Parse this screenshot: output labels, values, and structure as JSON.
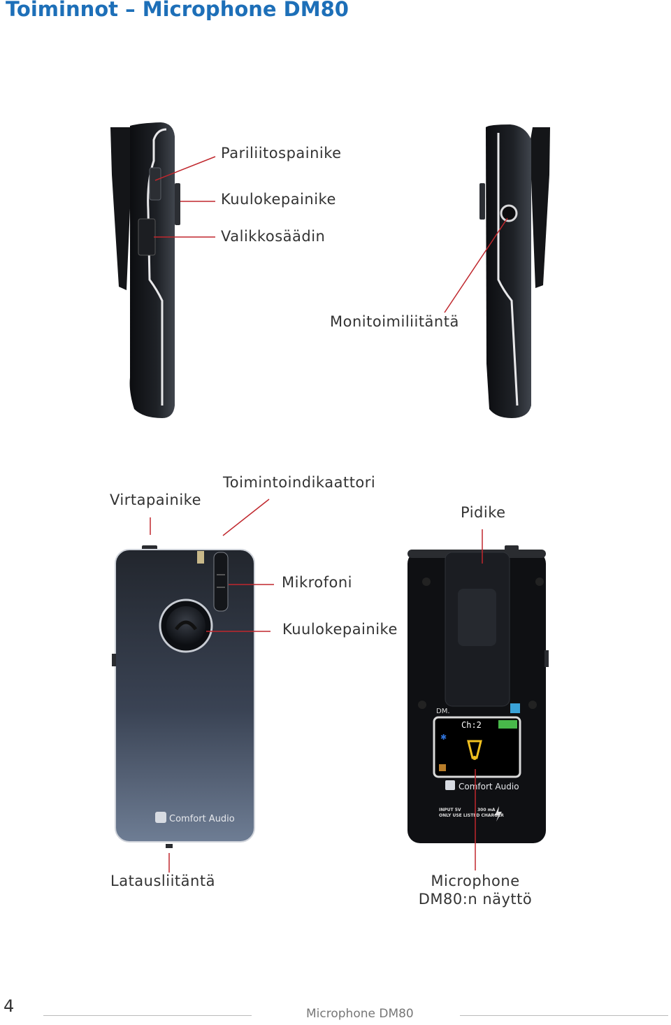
{
  "page": {
    "title": "Toiminnot – Microphone DM80",
    "page_number": "4",
    "footer": "Microphone DM80"
  },
  "labels": {
    "pairing_button": "Pariliitospainike",
    "headset_button_side": "Kuulokepainike",
    "menu_control": "Valikkosäädin",
    "multi_connector": "Monitoimiliitäntä",
    "power_button": "Virtapainike",
    "function_indicator": "Toimintoindikaattori",
    "holder": "Pidike",
    "microphone": "Mikrofoni",
    "headset_button_front": "Kuulokepainike",
    "charging_port": "Latausliitäntä",
    "display_line1": "Microphone",
    "display_line2": "DM80:n näyttö"
  },
  "device": {
    "brand_front": "Comfort Audio",
    "brand_back": "Comfort Audio",
    "screen_channel": "Ch:2",
    "model_partial": "DM.",
    "input_text": "INPUT 5V",
    "current_text": "300 mA",
    "charger_text": "ONLY USE LISTED CHARGER"
  },
  "colors": {
    "title": "#1d6fb8",
    "leader_line": "#c0272d",
    "device_dark": "#16181c"
  }
}
